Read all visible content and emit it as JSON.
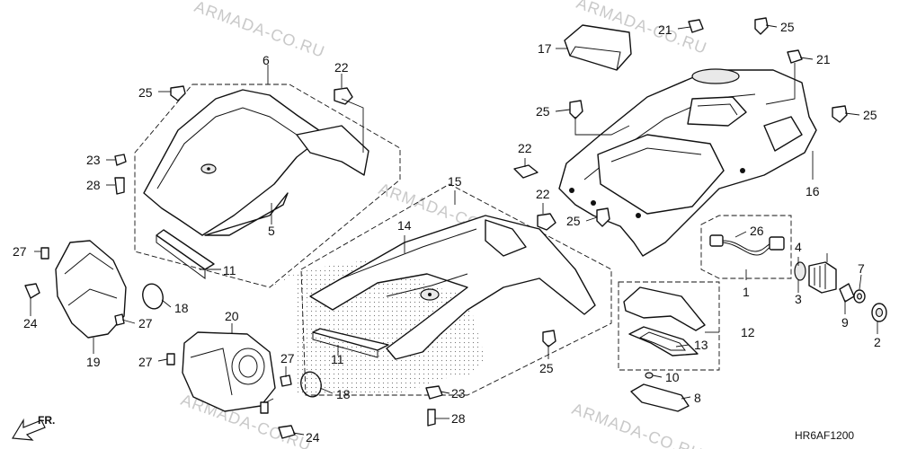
{
  "diagram": {
    "watermark": "ARMADA-CO.RU",
    "catalog_code": "HR6AF1200",
    "direction_label": "FR.",
    "callouts": {
      "c1": "1",
      "c2": "2",
      "c3": "3",
      "c4": "4",
      "c5": "5",
      "c6": "6",
      "c7": "7",
      "c8": "8",
      "c9": "9",
      "c10": "10",
      "c11a": "11",
      "c11b": "11",
      "c12": "12",
      "c13": "13",
      "c14": "14",
      "c15": "15",
      "c16": "16",
      "c17": "17",
      "c18a": "18",
      "c18b": "18",
      "c19": "19",
      "c20": "20",
      "c21a": "21",
      "c21b": "21",
      "c22a": "22",
      "c22b": "22",
      "c22c": "22",
      "c23a": "23",
      "c23b": "23",
      "c24a": "24",
      "c24b": "24",
      "c25a": "25",
      "c25b": "25",
      "c25c": "25",
      "c25d": "25",
      "c25e": "25",
      "c25f": "25",
      "c26": "26",
      "c27a": "27",
      "c27b": "27",
      "c27c": "27",
      "c27d": "27",
      "c28a": "28",
      "c28b": "28"
    }
  }
}
